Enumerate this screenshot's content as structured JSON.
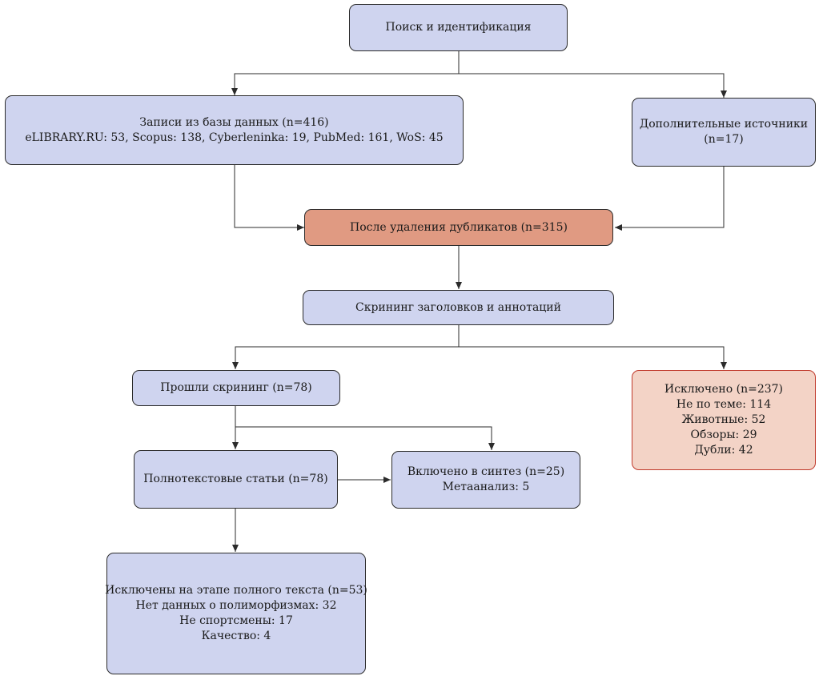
{
  "nodes": {
    "search": {
      "lines": [
        "Поиск и идентификация"
      ]
    },
    "records": {
      "lines": [
        "Записи из базы данных (n=416)",
        "eLIBRARY.RU: 53, Scopus: 138, Cyberleninka: 19, PubMed: 161, WoS: 45"
      ]
    },
    "additional": {
      "lines": [
        "Дополнительные источники",
        "(n=17)"
      ]
    },
    "dedup": {
      "lines": [
        "После удаления дубликатов (n=315)"
      ]
    },
    "screening": {
      "lines": [
        "Скрининг заголовков и аннотаций"
      ]
    },
    "passed": {
      "lines": [
        "Прошли скрининг (n=78)"
      ]
    },
    "excluded": {
      "lines": [
        "Исключено (n=237)",
        "Не по теме: 114",
        "Животные: 52",
        "Обзоры: 29",
        "Дубли: 42"
      ]
    },
    "fulltext": {
      "lines": [
        "Полнотекстовые статьи (n=78)"
      ]
    },
    "included": {
      "lines": [
        "Включено в синтез (n=25)",
        "Метаанализ: 5"
      ]
    },
    "ft_excluded": {
      "lines": [
        "Исключены на этапе полного текста (n=53)",
        "Нет данных о полиморфизмах: 32",
        "Не спортсмены: 17",
        "Качество: 4"
      ]
    }
  },
  "colors": {
    "node_fill": "#cfd4ef",
    "dedup_fill": "#e09a82",
    "excluded_fill": "#f3d3c6",
    "excluded_border": "#c0392b",
    "edge": "#2b2b2b"
  }
}
